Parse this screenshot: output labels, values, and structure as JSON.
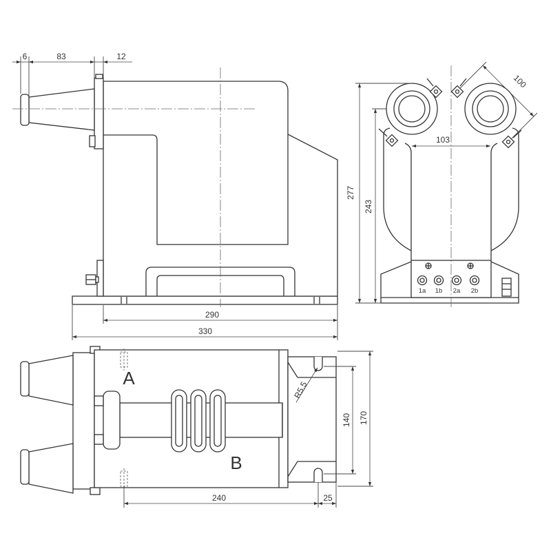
{
  "drawing": {
    "front_view": {
      "dims": {
        "top_left": "6",
        "top_mid": "83",
        "top_right": "12",
        "bottom_inner": "290",
        "bottom_outer": "330"
      }
    },
    "side_view": {
      "dims": {
        "height_outer": "277",
        "height_inner": "243",
        "horizontal": "103",
        "diagonal": "100"
      },
      "terminals": [
        "1a",
        "1b",
        "2a",
        "2b"
      ]
    },
    "plan_view": {
      "labels": {
        "a": "A",
        "b": "B"
      },
      "radius": "R5.5",
      "dims": {
        "inner_vertical": "140",
        "outer_vertical": "170",
        "length": "240",
        "end": "25"
      }
    }
  },
  "colors": {
    "line": "#333333",
    "background": "#ffffff"
  }
}
